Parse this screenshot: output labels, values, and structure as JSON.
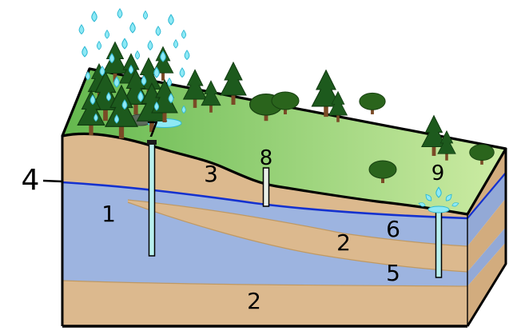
{
  "figure": {
    "type": "diagram",
    "subject": "Groundwater aquifer cross-section block diagram with rain, forest, wells and numbered zones"
  },
  "labels": {
    "n1": "1",
    "n2_upper": "2",
    "n2_lower": "2",
    "n3": "3",
    "n4": "4",
    "n5": "5",
    "n6": "6",
    "n7": "7",
    "n8": "8",
    "n9": "9"
  },
  "colors": {
    "grass_left": "#64b84e",
    "grass_right": "#cdeca4",
    "sand": "#dcb98e",
    "sand_side": "#d2ac7e",
    "aquifer": "#9db4e0",
    "aquifer_side": "#93a9d6",
    "water_table": "#1431cf",
    "rain": "#8ee9f5",
    "well_water": "#b8f0ee",
    "tree_green": "#1d5a1d",
    "bush_green": "#2a641c",
    "outline": "#000000"
  }
}
